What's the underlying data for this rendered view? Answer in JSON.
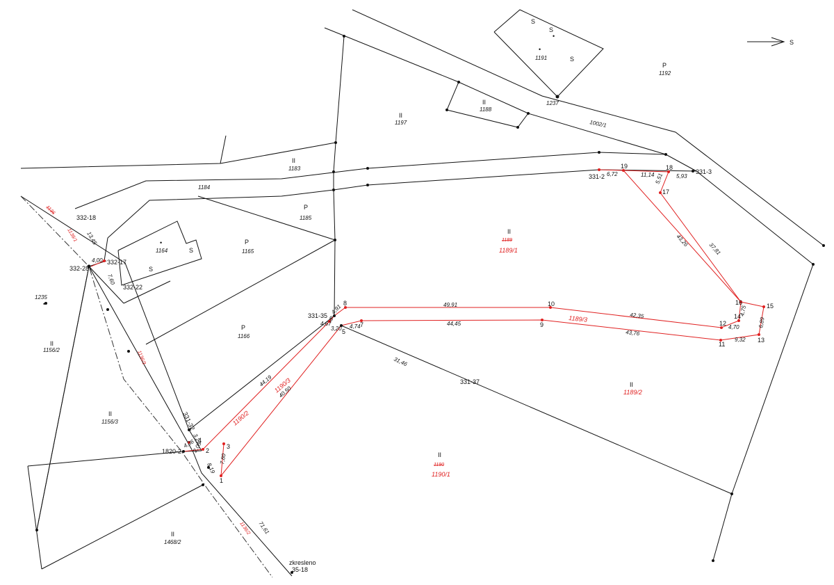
{
  "north_label": "S",
  "parcels": {
    "p1191": "1191",
    "p1192": "1192",
    "p1237": "1237",
    "p1188": "1188",
    "p1197": "1197",
    "p1002": "1002/1",
    "p1183": "1183",
    "p1184": "1184",
    "p1185": "1185",
    "p1165": "1165",
    "p1164": "1164",
    "p1166": "1166",
    "p1235": "1235",
    "p1156_2": "1156/2",
    "p1156_3": "1156/3",
    "p1468_2": "1468/2",
    "p1136": "1136",
    "p1189_old": "1189",
    "p1189_1": "1189/1",
    "p1189_2": "1189/2",
    "p1189_3": "1189/3",
    "p1190_old": "1190",
    "p1190_1": "1190/1",
    "p1190_2": "1190/2",
    "p1190_3": "1190/3",
    "p1136_1": "1136/1",
    "p1136_2": "1136/2",
    "p1136_3": "1136/3"
  },
  "land_symbols": {
    "arable": "II",
    "garden": "P",
    "building": "S",
    "dot": "•"
  },
  "points": {
    "p331_2": "331-2",
    "p331_3": "331-3",
    "p331_35": "331-35",
    "p331_37": "331-37",
    "p331_32": "331-32",
    "p332_18": "332-18",
    "p332_17": "332-17",
    "p332_28": "332-28",
    "p332_22": "332-22",
    "p1820_2": "1820-2",
    "zkresleno": "zkresleno",
    "p35_18": "35-18",
    "n1": "1",
    "n2": "2",
    "n3": "3",
    "n4": "4",
    "n5": "5",
    "n6": "6",
    "n7": "7",
    "n8": "8",
    "n9": "9",
    "n10": "10",
    "n11": "11",
    "n12": "12",
    "n13": "13",
    "n14": "14",
    "n15": "15",
    "n16": "16",
    "n17": "17",
    "n18": "18",
    "n19": "19"
  },
  "dimensions": {
    "d6_72": "6,72",
    "d11_14": "11,14",
    "d5_93": "5,93",
    "d5_51": "5,51",
    "d43_26": "43,26",
    "d37_81": "37,81",
    "d49_91": "49,91",
    "d42_35": "42,35",
    "d44_45": "44,45",
    "d43_76": "43,76",
    "d4_70": "4,70",
    "d4_75": "4,75",
    "d6_89": "6,89",
    "d9_32": "9,32",
    "d4_91": "4,91",
    "d4_67": "4,67",
    "d3_20": "3,20",
    "d4_74": "4,74",
    "d31_46": "31,46",
    "d44_19": "44,19",
    "d40_50": "40,50",
    "d3_23": "3,23",
    "d4_36": "4,36",
    "d2_00": "2,00",
    "d8_19": "8,19",
    "d7_80": "7,80",
    "d71_61": "71,61",
    "d13_45": "13,45",
    "d4_00": "4,00",
    "d7_60": "7,60"
  }
}
